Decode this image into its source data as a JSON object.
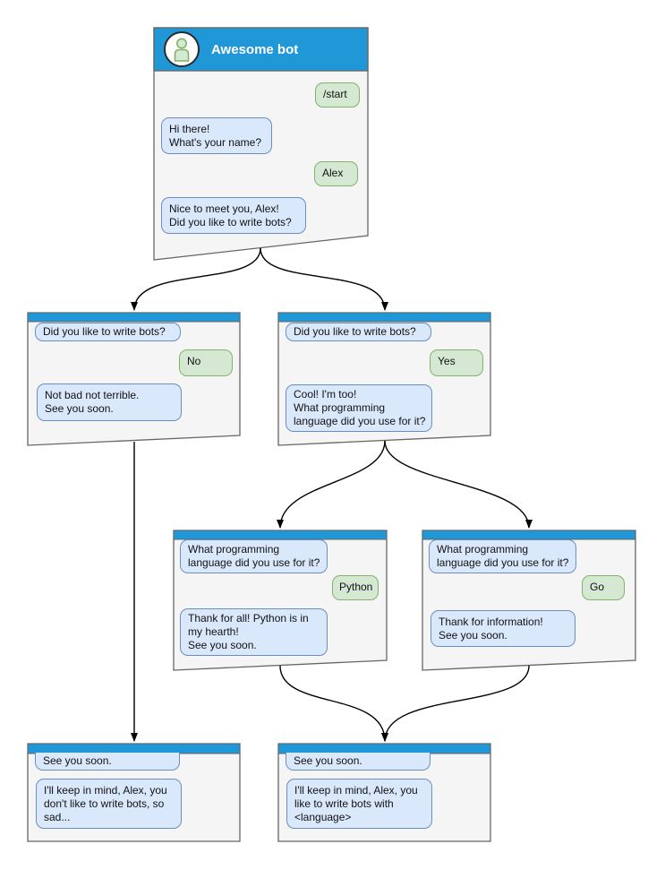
{
  "diagram": {
    "bot_title": "Awesome bot",
    "colors": {
      "header_blue": "#2097D7",
      "window_fill": "#F5F5F5",
      "window_border": "#666666",
      "bot_bubble_fill": "#DAE8FC",
      "bot_bubble_border": "#6C8EBF",
      "user_bubble_fill": "#D5E8D4",
      "user_bubble_border": "#82B366"
    },
    "windows": [
      {
        "name": "start",
        "title": "Awesome bot",
        "messages": [
          {
            "from": "user",
            "text": "/start"
          },
          {
            "from": "bot",
            "text": "Hi there!\nWhat's your name?"
          },
          {
            "from": "user",
            "text": "Alex"
          },
          {
            "from": "bot",
            "text": "Nice to meet you, Alex!\nDid you like to write bots?"
          }
        ]
      },
      {
        "name": "branch-no",
        "messages": [
          {
            "from": "bot",
            "text": "Did you like to write bots?"
          },
          {
            "from": "user",
            "text": "No"
          },
          {
            "from": "bot",
            "text": "Not bad not terrible.\nSee you soon."
          }
        ]
      },
      {
        "name": "branch-yes",
        "messages": [
          {
            "from": "bot",
            "text": "Did you like to write bots?"
          },
          {
            "from": "user",
            "text": "Yes"
          },
          {
            "from": "bot",
            "text": "Cool! I'm too!\nWhat programming\nlanguage did you use for it?"
          }
        ]
      },
      {
        "name": "branch-python",
        "messages": [
          {
            "from": "bot",
            "text": "What programming\nlanguage did you use for it?"
          },
          {
            "from": "user",
            "text": "Python"
          },
          {
            "from": "bot",
            "text": "Thank for all! Python is in\nmy hearth!\nSee you soon."
          }
        ]
      },
      {
        "name": "branch-go",
        "messages": [
          {
            "from": "bot",
            "text": "What programming\nlanguage did you use for it?"
          },
          {
            "from": "user",
            "text": "Go"
          },
          {
            "from": "bot",
            "text": "Thank for information!\nSee you soon."
          }
        ]
      },
      {
        "name": "end-no",
        "messages": [
          {
            "from": "bot",
            "text": "See you soon."
          },
          {
            "from": "bot",
            "text": "I'll keep in mind, Alex, you\ndon't like to write bots, so\nsad..."
          }
        ]
      },
      {
        "name": "end-yes",
        "messages": [
          {
            "from": "bot",
            "text": "See you soon."
          },
          {
            "from": "bot",
            "text": "I'll keep in mind, Alex, you\nlike to write bots with\n<language>"
          }
        ]
      }
    ],
    "edges": [
      {
        "from": "start",
        "to": "branch-no"
      },
      {
        "from": "start",
        "to": "branch-yes"
      },
      {
        "from": "branch-no",
        "to": "end-no"
      },
      {
        "from": "branch-yes",
        "to": "branch-python"
      },
      {
        "from": "branch-yes",
        "to": "branch-go"
      },
      {
        "from": "branch-python",
        "to": "end-yes"
      },
      {
        "from": "branch-go",
        "to": "end-yes"
      }
    ]
  }
}
